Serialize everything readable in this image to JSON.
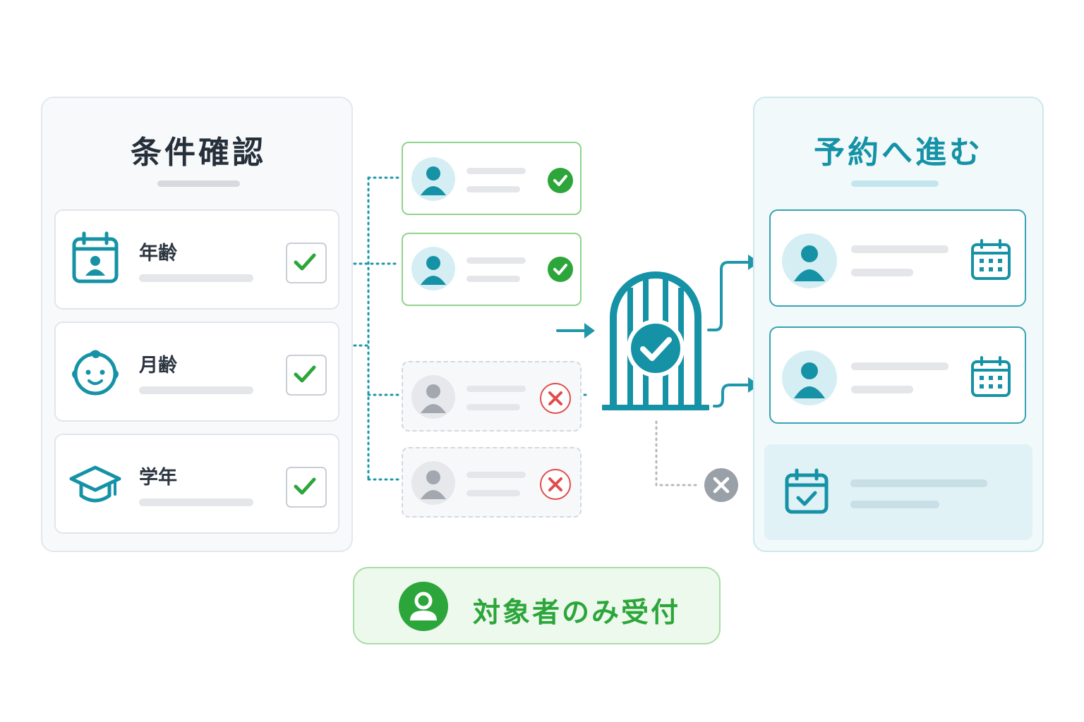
{
  "conditions_panel": {
    "title": "条件確認",
    "items": [
      {
        "label": "年齢",
        "icon": "calendar-person-icon",
        "checked": true
      },
      {
        "label": "月齢",
        "icon": "baby-face-icon",
        "checked": true
      },
      {
        "label": "学年",
        "icon": "graduation-cap-icon",
        "checked": true
      }
    ]
  },
  "applicants": [
    {
      "status": "accepted",
      "status_icon": "green-check-icon"
    },
    {
      "status": "accepted",
      "status_icon": "green-check-icon"
    },
    {
      "status": "rejected",
      "status_icon": "red-cross-icon"
    },
    {
      "status": "rejected",
      "status_icon": "red-cross-icon"
    }
  ],
  "gate": {
    "icon": "gate-check-icon",
    "reject_icon": "gray-cross-icon"
  },
  "booking_panel": {
    "title": "予約へ進む",
    "cards": [
      {
        "icon": "calendar-icon"
      },
      {
        "icon": "calendar-icon"
      },
      {
        "icon": "calendar-check-icon"
      }
    ]
  },
  "banner": {
    "text": "対象者のみ受付",
    "icon": "person-icon"
  },
  "colors": {
    "teal": "#1592a6",
    "green": "#2ca63a",
    "red": "#e24b4b",
    "gray": "#9aa0a8",
    "light_teal": "#d9f0f5"
  }
}
